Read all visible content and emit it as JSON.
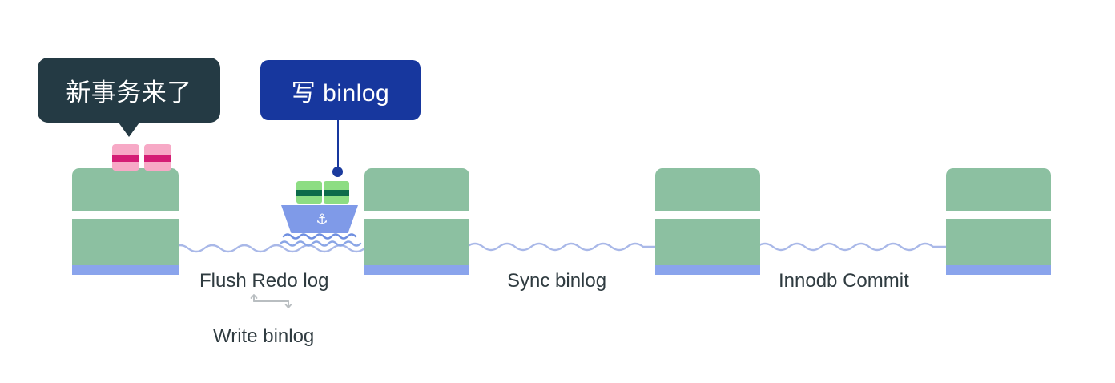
{
  "diagram": {
    "title": "MySQL two-phase commit pipeline",
    "background": "#ffffff"
  },
  "bubbles": [
    {
      "id": "new-transaction",
      "label": "新事务来了",
      "bg": "#243a44",
      "text_color": "#ffffff",
      "has_tail": true
    },
    {
      "id": "write-binlog",
      "label": "写 binlog",
      "bg": "#17379e",
      "text_color": "#ffffff",
      "has_tail": false
    }
  ],
  "stages": [
    {
      "id": "stage-1",
      "caption": ""
    },
    {
      "id": "stage-2",
      "caption": "Flush Redo log"
    },
    {
      "id": "stage-3",
      "caption": "Sync binlog"
    },
    {
      "id": "stage-4",
      "caption": "Innodb Commit"
    }
  ],
  "captions": {
    "flush_redo_log": "Flush Redo log",
    "write_binlog": "Write binlog",
    "sync_binlog": "Sync binlog",
    "innodb_commit": "Innodb Commit"
  },
  "cargo": {
    "pink_count": 2,
    "pink_color": "#f7a9c6",
    "pink_stripe_color": "#d41d75",
    "green_count": 2,
    "green_color": "#8ddd83",
    "green_stripe_color": "#0d6b4a"
  },
  "boat": {
    "hull_color": "#7f9ae8",
    "icon": "anchor-icon",
    "glyph": "⚓"
  },
  "colors": {
    "pillar": "#8cc0a1",
    "pillar_base": "#8aa4ec",
    "water": "#a9b8e8",
    "caption_text": "#2f3b40"
  }
}
